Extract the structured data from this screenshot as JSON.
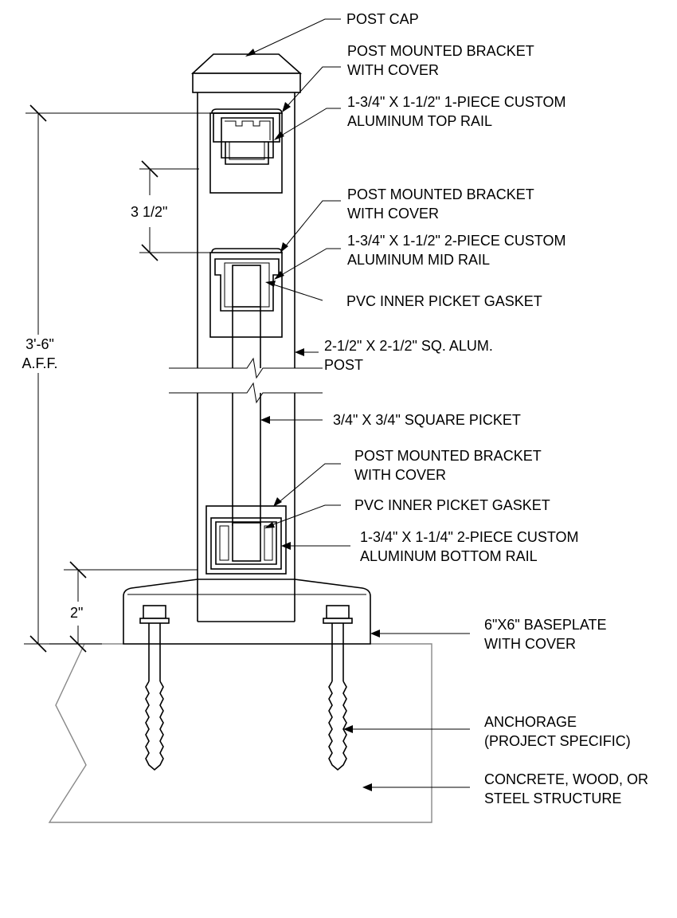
{
  "callouts": {
    "post_cap": "POST CAP",
    "top_bracket": [
      "POST MOUNTED BRACKET",
      "WITH COVER"
    ],
    "top_rail": [
      "1-3/4\" X 1-1/2\" 1-PIECE CUSTOM",
      "ALUMINUM TOP RAIL"
    ],
    "mid_bracket": [
      "POST MOUNTED BRACKET",
      "WITH COVER"
    ],
    "mid_rail": [
      "1-3/4\" X 1-1/2\" 2-PIECE CUSTOM",
      "ALUMINUM MID RAIL"
    ],
    "mid_gasket": "PVC INNER PICKET GASKET",
    "post": [
      "2-1/2\" X 2-1/2\" SQ. ALUM.",
      "POST"
    ],
    "picket": "3/4\" X 3/4\" SQUARE PICKET",
    "bottom_bracket": [
      "POST MOUNTED BRACKET",
      "WITH COVER"
    ],
    "bottom_gasket": "PVC INNER PICKET GASKET",
    "bottom_rail": [
      "1-3/4\" X 1-1/4\" 2-PIECE CUSTOM",
      "ALUMINUM BOTTOM RAIL"
    ],
    "baseplate": [
      "6\"X6\" BASEPLATE",
      "WITH COVER"
    ],
    "anchorage": [
      "ANCHORAGE",
      "(PROJECT SPECIFIC)"
    ],
    "structure": [
      "CONCRETE, WOOD, OR",
      "STEEL STRUCTURE"
    ]
  },
  "dimensions": {
    "overall_height": [
      "3'-6\"",
      "A.F.F."
    ],
    "rail_spacing": "3 1/2\"",
    "bottom_clearance": "2\""
  },
  "colors": {
    "linework": "#000000",
    "structure_outline": "#888888",
    "background": "#ffffff"
  }
}
